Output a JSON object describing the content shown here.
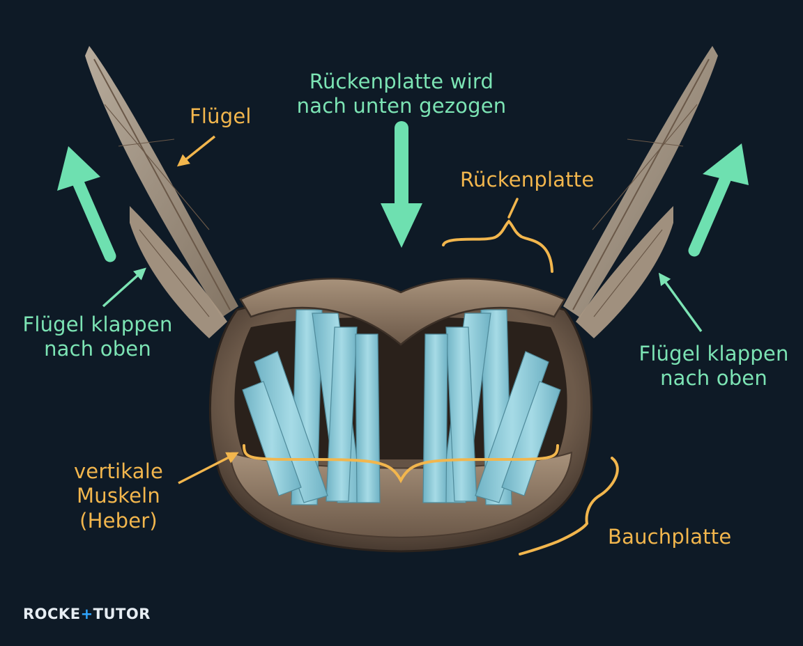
{
  "labels": {
    "wing": "Flügel",
    "plate_pulled_line1": "Rückenplatte wird",
    "plate_pulled_line2": "nach unten gezogen",
    "dorsal_plate": "Rückenplatte",
    "wings_up_left_line1": "Flügel klappen",
    "wings_up_left_line2": "nach oben",
    "wings_up_right_line1": "Flügel klappen",
    "wings_up_right_line2": "nach oben",
    "vertical_muscles_line1": "vertikale",
    "vertical_muscles_line2": "Muskeln",
    "vertical_muscles_line3": "(Heber)",
    "ventral_plate": "Bauchplatte"
  },
  "logo": {
    "part1": "ROCKE",
    "plus": "+",
    "part2": "TUTOR"
  },
  "colors": {
    "background": "#0e1a26",
    "label_orange": "#f2b64d",
    "label_green": "#7ce4b4",
    "arrow_green": "#6ee0b0",
    "muscle_blue": "#8cc8d6",
    "cuticle_brown": "#8a7560",
    "wing_tan": "#b9a893"
  }
}
